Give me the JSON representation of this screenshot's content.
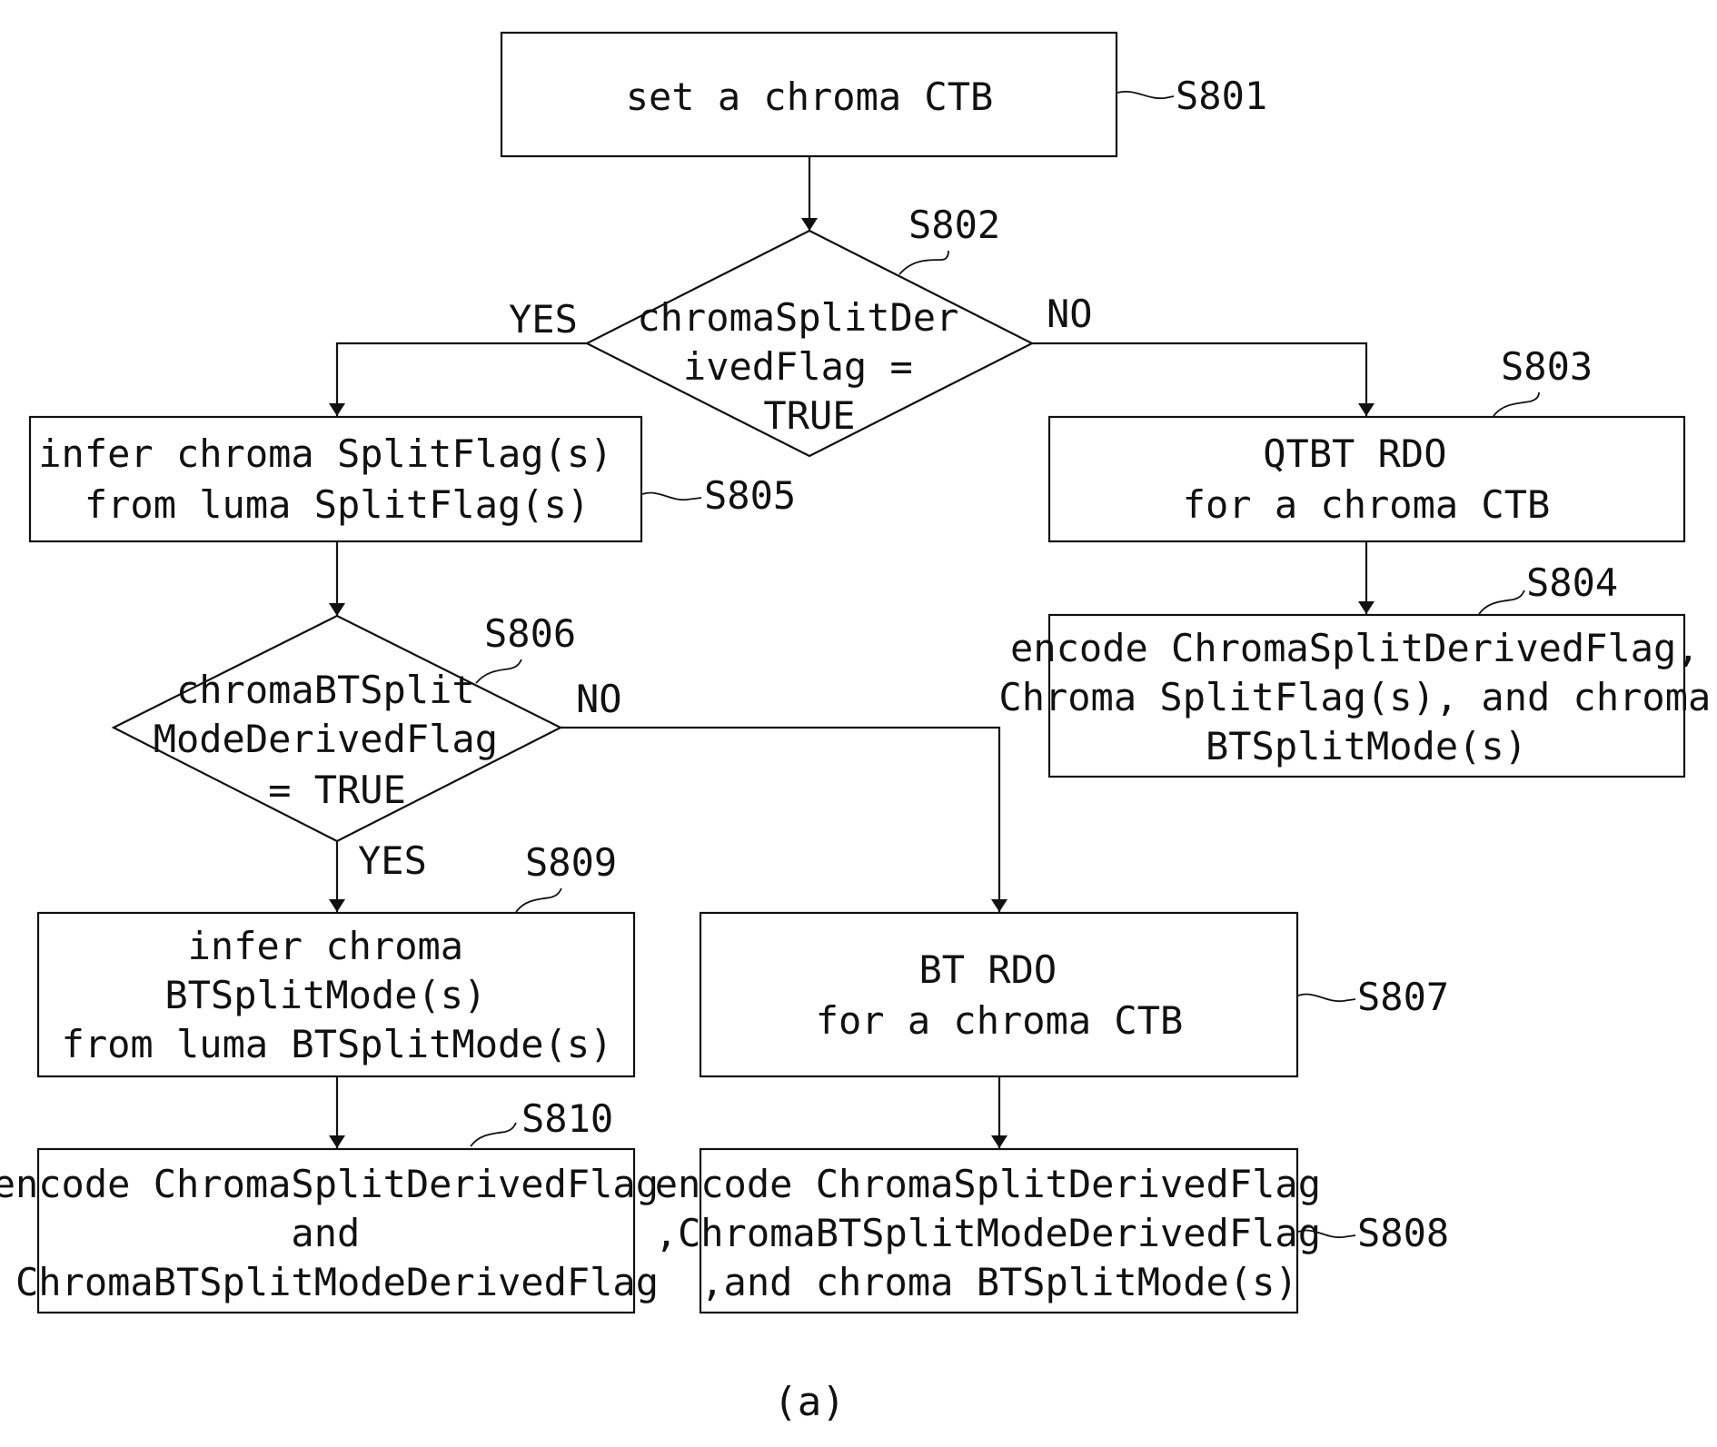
{
  "nodes": {
    "s801": {
      "lines": [
        "set a chroma CTB"
      ],
      "label": "S801"
    },
    "s802": {
      "lines": [
        "chromaSplitDer",
        "ivedFlag =",
        "TRUE"
      ],
      "label": "S802"
    },
    "s803": {
      "lines": [
        "QTBT RDO",
        "for a chroma CTB"
      ],
      "label": "S803"
    },
    "s804": {
      "lines": [
        "encode ChromaSplitDerivedFlag,",
        "Chroma SplitFlag(s), and chroma",
        "BTSplitMode(s)"
      ],
      "label": "S804"
    },
    "s805": {
      "lines": [
        "infer chroma SplitFlag(s)",
        "from luma SplitFlag(s)"
      ],
      "label": "S805"
    },
    "s806": {
      "lines": [
        "chromaBTSplit",
        "ModeDerivedFlag",
        "= TRUE"
      ],
      "label": "S806"
    },
    "s807": {
      "lines": [
        "BT RDO",
        "for a chroma CTB"
      ],
      "label": "S807"
    },
    "s808": {
      "lines": [
        "encode ChromaSplitDerivedFlag",
        ",ChromaBTSplitModeDerivedFlag",
        ",and chroma BTSplitMode(s)"
      ],
      "label": "S808"
    },
    "s809": {
      "lines": [
        "infer chroma",
        "BTSplitMode(s)",
        "from luma BTSplitMode(s)"
      ],
      "label": "S809"
    },
    "s810": {
      "lines": [
        "encode ChromaSplitDerivedFlag",
        "and",
        "ChromaBTSplitModeDerivedFlag"
      ],
      "label": "S810"
    }
  },
  "edges": {
    "s802_yes": "YES",
    "s802_no": "NO",
    "s806_yes": "YES",
    "s806_no": "NO"
  },
  "caption": "(a)"
}
